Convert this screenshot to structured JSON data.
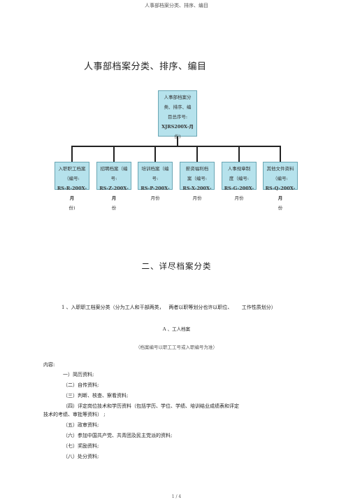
{
  "running_header": "人事部档案分类、排序、编目",
  "title": "人事部档案分类、排序、编目",
  "chart": {
    "root": {
      "line1": "人事部档案分",
      "line2": "类、排序、编",
      "line3": "目总序号:",
      "line4": "XJRS200X-月",
      "line5": "份)"
    },
    "leaves": [
      {
        "l1": "入职职工档案",
        "l2": "（编号:",
        "l3": "RS-R-200X- 月",
        "l4": "份)"
      },
      {
        "l1": "招聘档案（编",
        "l2": "号:",
        "l3": "RS-Z-200X- 月",
        "l4": "份"
      },
      {
        "l1": "培训档案（编",
        "l2": "号:",
        "l3": "RS-P-200X-",
        "l4": "月份"
      },
      {
        "l1": "薪资福利档",
        "l2": "案（编号:",
        "l3": "RS-X-200X-",
        "l4": "月份"
      },
      {
        "l1": "人事规章制",
        "l2": "度（编号:",
        "l3": "RS-G-200X-",
        "l4": "月份"
      },
      {
        "l1": "其他文件资料",
        "l2": "（编号:",
        "l3": "RS-Q-200X- 月",
        "l4": "份"
      }
    ]
  },
  "section2_title": "二、详尽档案分类",
  "paragraph1": "1 、入职职工档案分类（分为工人和干部两类，   两者以职等划分也许以职位、      工作性质划分）",
  "sectionA_title": "A 、工人档案",
  "sectionA_note": "（档案编号以职工工号或入职编号为准）",
  "content_label": "内容:",
  "items": [
    "一）简历资料;",
    "（二）自传资料;",
    "（三）判断、核查、察看资料;",
    "（四）评定岗位技术和学历资料（包括学历、学位、学绩、培训结业成绩表和评定",
    "技术的考绩、审批等资料）  ;",
    "（五）政审资料;",
    "（六）参加中国共产党、共青团及民主党派的资料;",
    "（七）奖励资料;",
    "（八）处分资料;"
  ],
  "page_number": "1 / 4"
}
